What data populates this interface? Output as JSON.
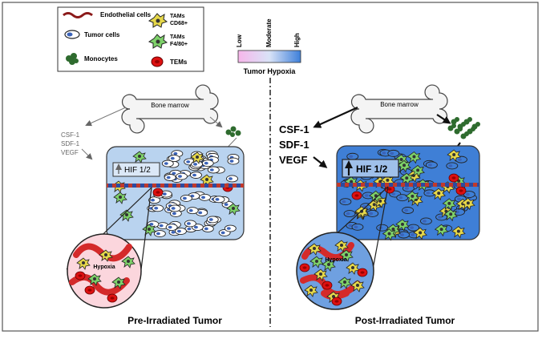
{
  "legend": {
    "endothelial": "Endothelial cells",
    "tumor": "Tumor cells",
    "monocytes": "Monocytes",
    "tams_cd68_line1": "TAMs",
    "tams_cd68_line2": "CD68+",
    "tams_f480_line1": "TAMs",
    "tams_f480_line2": "F4/80+",
    "tems": "TEMs"
  },
  "hypoxia_scale": {
    "low": "Low",
    "moderate": "Moderate",
    "high": "High",
    "caption": "Tumor Hypoxia",
    "colors": [
      "#f7b6ea",
      "#3d7fd9"
    ]
  },
  "left": {
    "bone_marrow": "Bone marrow",
    "cytokines": [
      "CSF-1",
      "SDF-1",
      "VEGF"
    ],
    "hif": "HIF 1/2",
    "hypoxia": "Hypoxia",
    "title": "Pre-Irradiated Tumor",
    "tumor_color": "#b9d3ef"
  },
  "right": {
    "bone_marrow": "Bone marrow",
    "cytokines": [
      "CSF-1",
      "SDF-1",
      "VEGF"
    ],
    "hif": "HIF 1/2",
    "hypoxia": "Hypoxia",
    "title": "Post-Irradiated Tumor",
    "tumor_color": "#3f7fd6"
  }
}
